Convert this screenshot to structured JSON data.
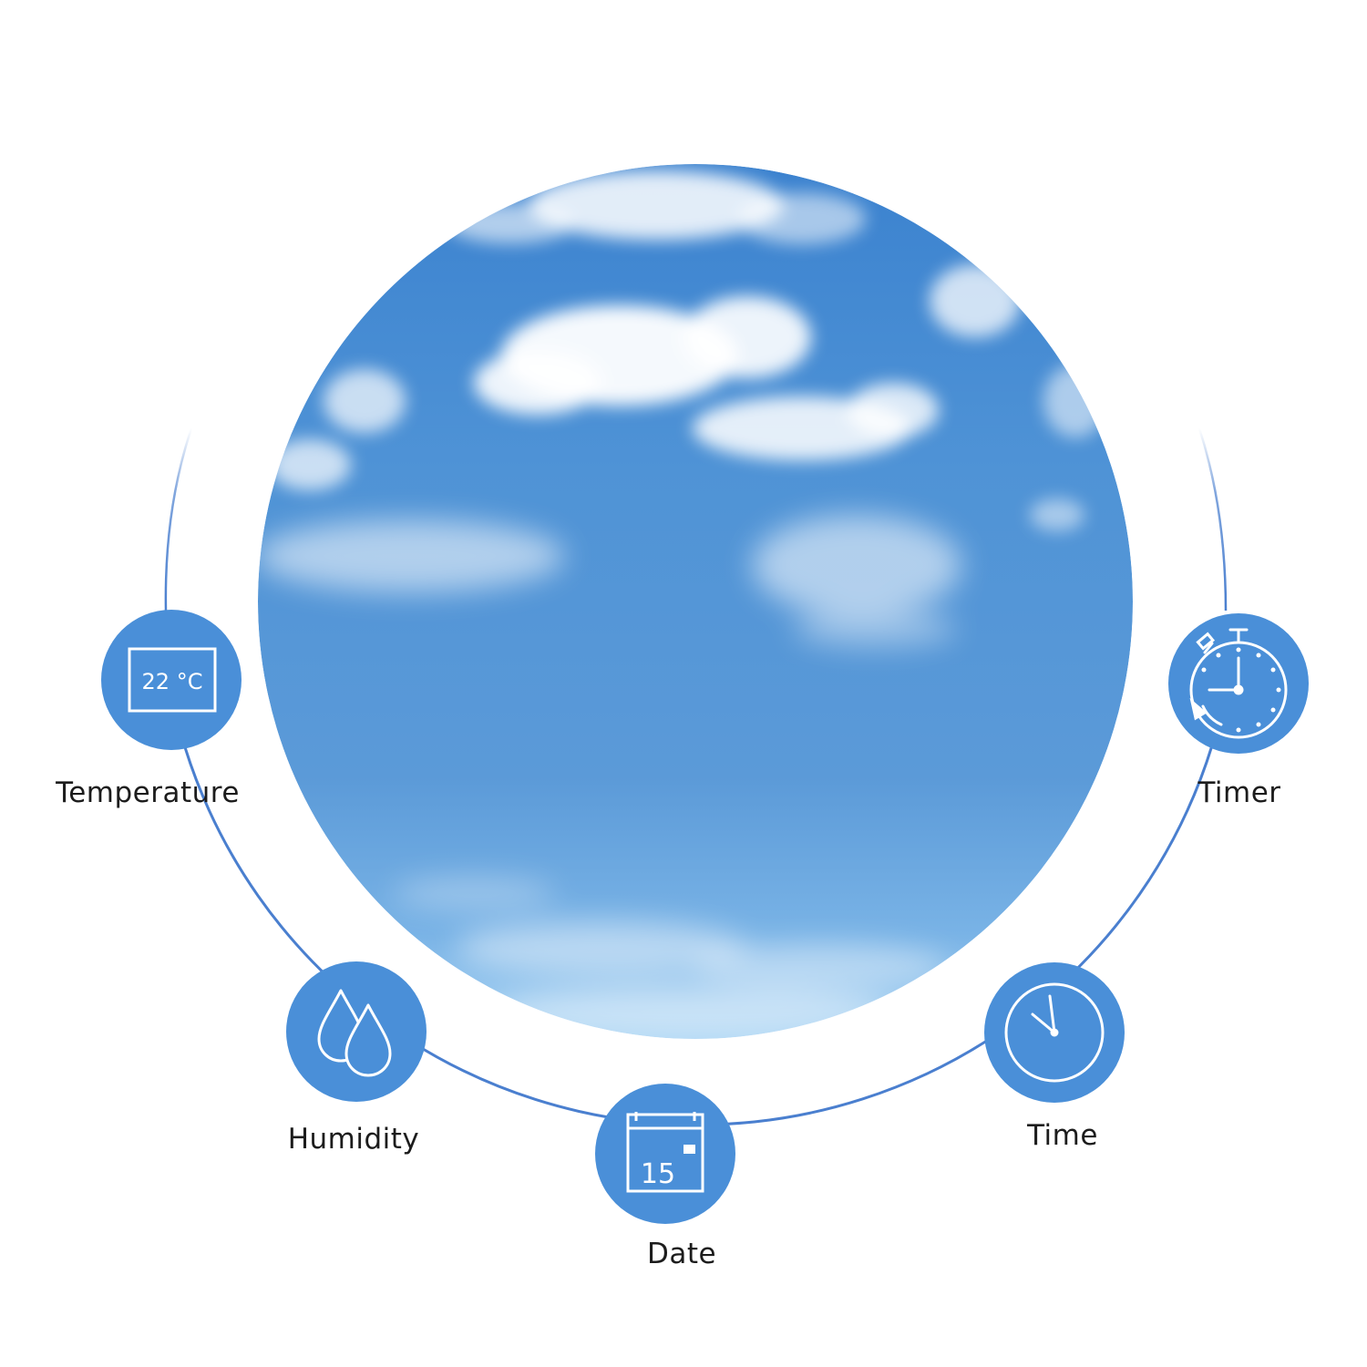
{
  "features": {
    "temperature": {
      "label": "Temperature",
      "display_value": "22 °C",
      "icon": "thermometer-display-icon"
    },
    "timer": {
      "label": "Timer",
      "icon": "stopwatch-icon"
    },
    "humidity": {
      "label": "Humidity",
      "icon": "water-drops-icon"
    },
    "date": {
      "label": "Date",
      "day_number": "15",
      "icon": "calendar-icon"
    },
    "time": {
      "label": "Time",
      "icon": "clock-icon"
    }
  },
  "colors": {
    "accent": "#4a8fd8",
    "arc": "#4a7fcf",
    "sky_top": "#3f85d0",
    "sky_mid": "#5a9ad8",
    "sky_bottom": "#9ccbf0"
  }
}
